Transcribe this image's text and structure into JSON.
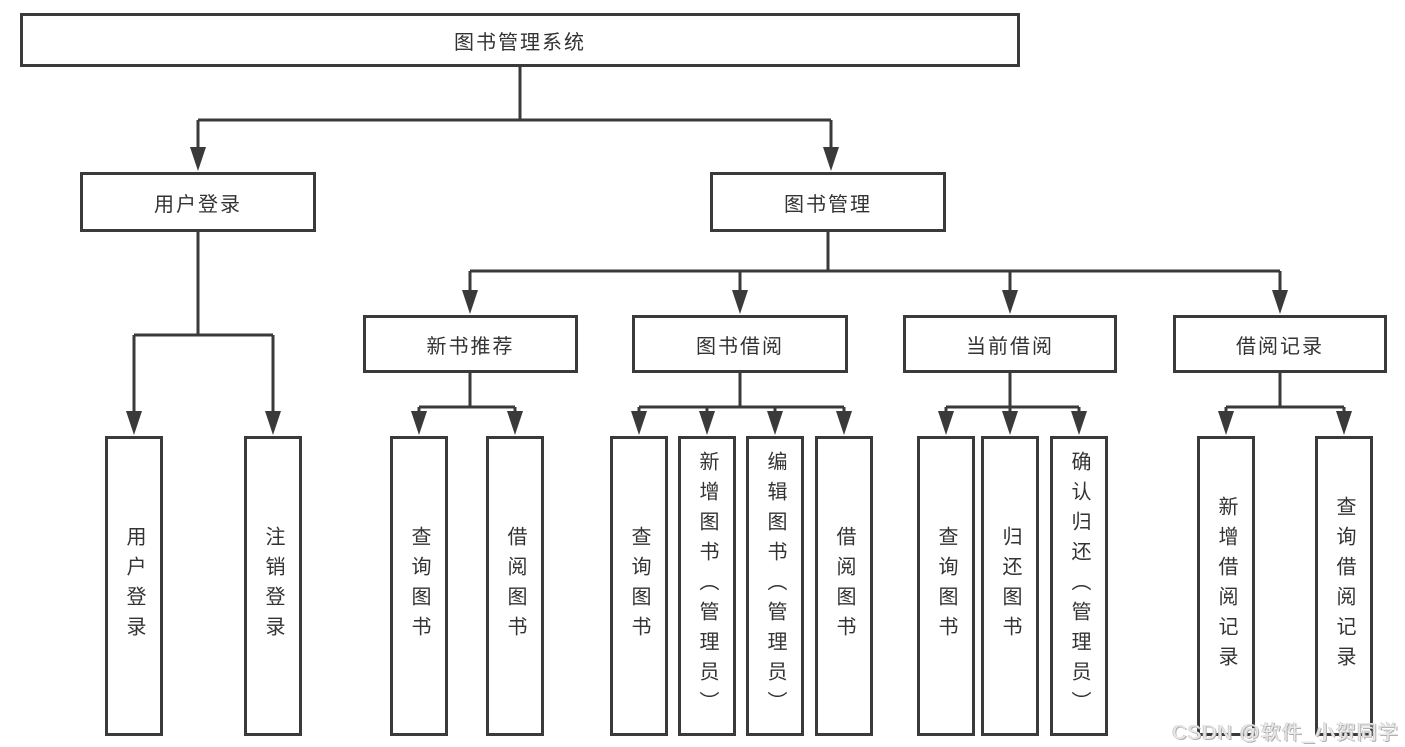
{
  "diagram_title": "图书管理系统",
  "colors": {
    "line": "#3a3a3a",
    "box_border": "#3a3a3a",
    "text": "#333333",
    "background": "#ffffff",
    "watermark": "#e0e0e0"
  },
  "tree": {
    "label": "图书管理系统",
    "children": [
      {
        "label": "用户登录",
        "children": [
          {
            "label": "用户登录"
          },
          {
            "label": "注销登录"
          }
        ]
      },
      {
        "label": "图书管理",
        "children": [
          {
            "label": "新书推荐",
            "children": [
              {
                "label": "查询图书"
              },
              {
                "label": "借阅图书"
              }
            ]
          },
          {
            "label": "图书借阅",
            "children": [
              {
                "label": "查询图书"
              },
              {
                "label": "新增图书（管理员）"
              },
              {
                "label": "编辑图书（管理员）"
              },
              {
                "label": "借阅图书"
              }
            ]
          },
          {
            "label": "当前借阅",
            "children": [
              {
                "label": "查询图书"
              },
              {
                "label": "归还图书"
              },
              {
                "label": "确认归还（管理员）"
              }
            ]
          },
          {
            "label": "借阅记录",
            "children": [
              {
                "label": "新增借阅记录"
              },
              {
                "label": "查询借阅记录"
              }
            ]
          }
        ]
      }
    ]
  },
  "watermark": {
    "text": "CSDN @软件_小贺同学"
  }
}
